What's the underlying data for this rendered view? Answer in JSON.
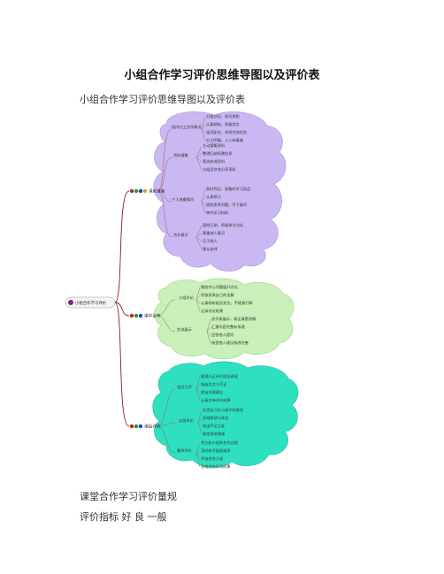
{
  "document": {
    "title": "小组合作学习评价思维导图以及评价表",
    "subtitle": "小组合作学习评价思维导图以及评价表",
    "caption_scale": "课堂合作学习评价量规",
    "caption_indicators": "评价指标  好  良  一般"
  },
  "mindmap": {
    "root": "小组合作学习评价",
    "colors": {
      "purple": "#c9b8f2",
      "green": "#c8f0b8",
      "teal": "#2ee0c0",
      "branch": "#8a1a1a"
    },
    "sections": [
      {
        "label": "课前准备",
        "groups": [
          {
            "label": "组内分工合作情况",
            "items": [
              "分组讨论，各司其职",
              "认真倾听，积极发言",
              "组员配合，共同完成任务",
              "分工明确，人人有事做"
            ]
          },
          {
            "label": "资料搜集",
            "items": [
              "主动搜集资料",
              "整理归纳所需信息",
              "筛选有效资料",
              "与组员交流分享资料"
            ]
          },
          {
            "label": "个人准备情况",
            "items": [
              "准时到达，准备好学习用品",
              "认真预习",
              "提前思考问题，写下疑问",
              "带齐学习材料"
            ]
          },
          {
            "label": "合作意识",
            "items": [
              "团结互助，积极参与讨论",
              "尊重他人意见",
              "乐于助人",
              "服从安排"
            ]
          }
        ]
      },
      {
        "label": "课中合作",
        "groups": [
          {
            "label": "小组讨论",
            "items": [
              "围绕中心问题展开讨论",
              "积极发表自己的见解",
              "认真倾听组员发言，不随意打断",
              "记录讨论结果"
            ]
          },
          {
            "label": "交流展示",
            "items": [
              "选代表展示，表达清楚流畅",
              "汇报内容完整有条理",
              "回答他人提问",
              "接受他人建议修改完善"
            ]
          }
        ]
      },
      {
        "label": "课后评价",
        "groups": [
          {
            "label": "组员互评",
            "items": [
              "客观公正评价组员表现",
              "指出优点与不足",
              "提出合理建议",
              "认真对待评价结果"
            ]
          },
          {
            "label": "自我评价",
            "items": [
              "反思自己在小组中的表现",
              "总结收获与体会",
              "找出不足之处",
              "制定改进措施"
            ]
          },
          {
            "label": "教师评价",
            "items": [
              "关注各小组的合作过程",
              "及时给予鼓励指导",
              "评出优秀小组",
              "总结合作学习成果"
            ]
          }
        ]
      }
    ]
  }
}
